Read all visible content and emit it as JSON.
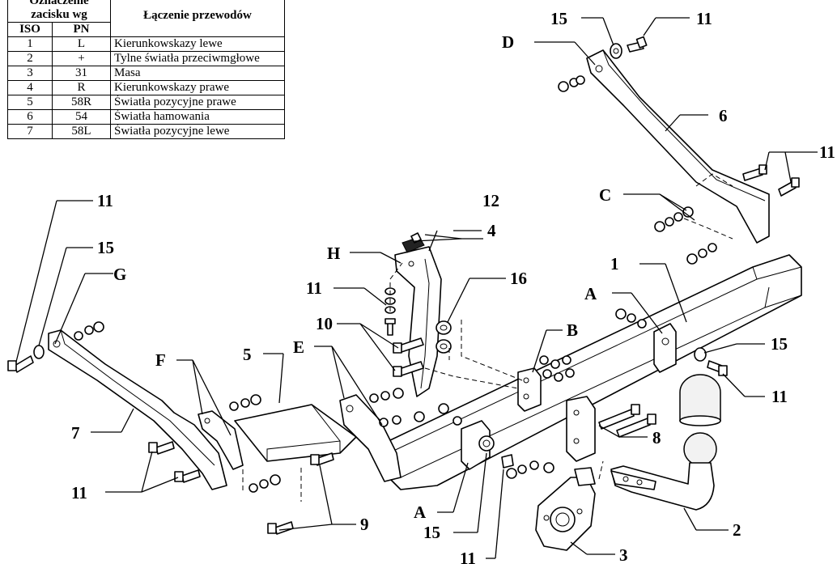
{
  "table": {
    "header_group": "Oznaczenie zacisku wg",
    "header_desc": "Łączenie przewodów",
    "col_iso": "ISO",
    "col_pn": "PN",
    "rows": [
      {
        "iso": "1",
        "pn": "L",
        "desc": "Kierunkowskazy lewe"
      },
      {
        "iso": "2",
        "pn": "+",
        "desc": "Tylne światła przeciwmgłowe"
      },
      {
        "iso": "3",
        "pn": "31",
        "desc": "Masa"
      },
      {
        "iso": "4",
        "pn": "R",
        "desc": "Kierunkowskazy prawe"
      },
      {
        "iso": "5",
        "pn": "58R",
        "desc": "Światła pozycyjne prawe"
      },
      {
        "iso": "6",
        "pn": "54",
        "desc": "Światła hamowania"
      },
      {
        "iso": "7",
        "pn": "58L",
        "desc": "Światła pozycyjne lewe"
      }
    ]
  },
  "labels": {
    "p1": "1",
    "p2": "2",
    "p3": "3",
    "p4": "4",
    "p5": "5",
    "p6": "6",
    "p7": "7",
    "p8": "8",
    "p9": "9",
    "p10": "10",
    "p11": "11",
    "p12": "12",
    "p15": "15",
    "p16": "16",
    "A": "A",
    "B": "B",
    "C": "C",
    "D": "D",
    "E": "E",
    "F": "F",
    "G": "G",
    "H": "H"
  }
}
